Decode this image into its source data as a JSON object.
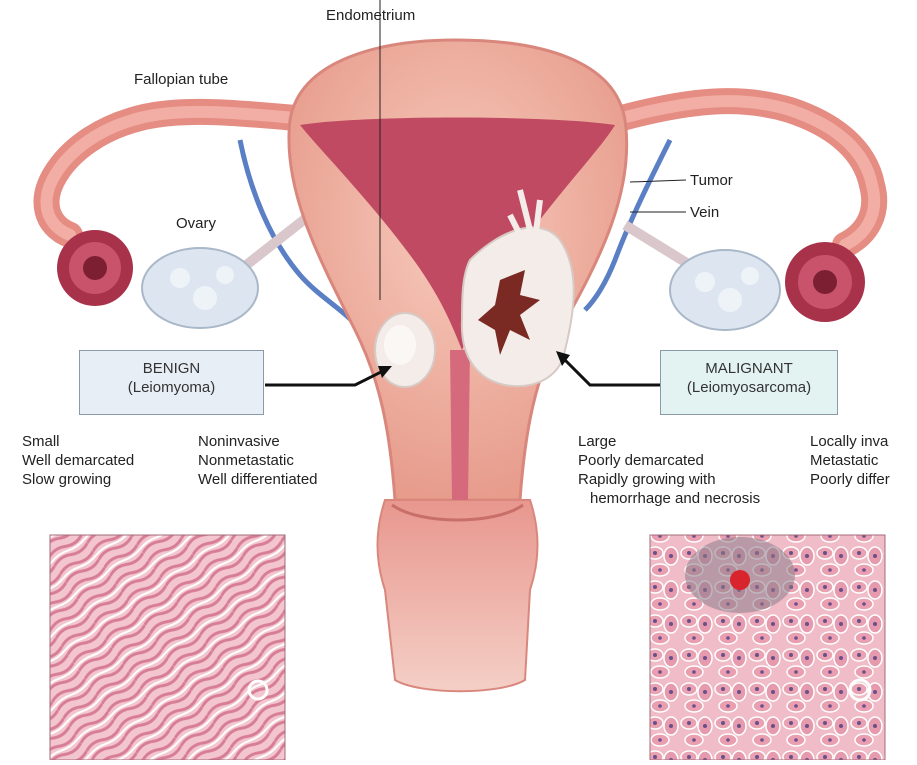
{
  "labels": {
    "endometrium": "Endometrium",
    "fallopian_tube": "Fallopian tube",
    "ovary": "Ovary",
    "tumor": "Tumor",
    "vein": "Vein"
  },
  "benign": {
    "title": "BENIGN",
    "subtitle": "(Leiomyoma)",
    "features_col1": [
      "Small",
      "Well demarcated",
      "Slow growing"
    ],
    "features_col2": [
      "Noninvasive",
      "Nonmetastatic",
      "Well differentiated"
    ]
  },
  "malignant": {
    "title": "MALIGNANT",
    "subtitle": "(Leiomyosarcoma)",
    "features_col1": [
      "Large",
      "Poorly demarcated",
      "Rapidly growing with",
      "hemorrhage and necrosis"
    ],
    "features_col2": [
      "Locally inva",
      "Metastatic",
      "Poorly differ"
    ]
  },
  "colors": {
    "uterus": "#f2b8a8",
    "uterus_dark": "#d9877c",
    "cavity": "#c04a62",
    "tube": "#e58c83",
    "vein": "#5b7fc4",
    "ovary": "#dde6f0",
    "tumor": "#f3ece9",
    "necrosis": "#7a2a22",
    "histology_bg": "#f1c4cd",
    "histology_fiber": "#d87b93"
  }
}
